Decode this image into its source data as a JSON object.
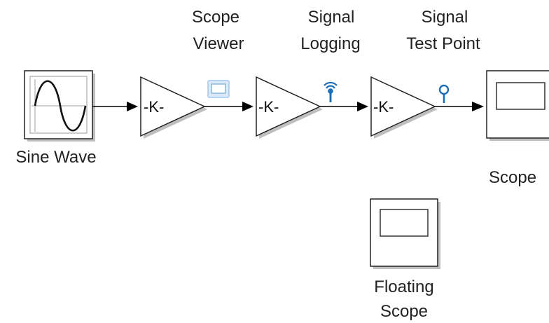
{
  "annotations": {
    "scope_viewer": [
      "Scope",
      "Viewer"
    ],
    "signal_logging": [
      "Signal",
      "Logging"
    ],
    "signal_test_point": [
      "Signal",
      "Test Point"
    ]
  },
  "blocks": {
    "sine_wave": {
      "label": "Sine Wave"
    },
    "gain_1": {
      "text": "-K-"
    },
    "gain_2": {
      "text": "-K-"
    },
    "gain_3": {
      "text": "-K-"
    },
    "scope": {
      "label": "Scope"
    },
    "floating_scope": {
      "label": [
        "Floating",
        "Scope"
      ]
    }
  },
  "colors": {
    "viewer_icon": "#9fc8f0",
    "logging_icon": "#1b6fb8",
    "test_point_icon": "#1b6fb8",
    "block_shadow": "#bfbfbf"
  }
}
